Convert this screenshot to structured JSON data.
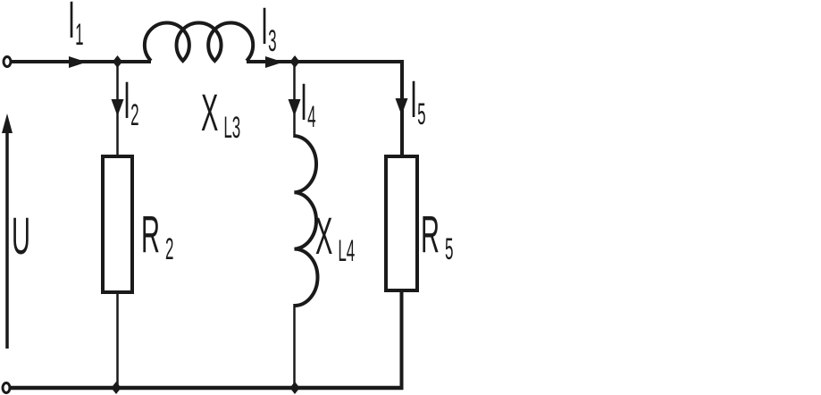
{
  "diagram": {
    "type": "circuit-schematic",
    "description": "AC parallel-series circuit: voltage source U feeds node 1 (branch R2), series inductor XL3 to node 2 with inductor branch XL4 and resistor branch R5, common bottom return rail with two open terminals on the left",
    "colors": {
      "background": "#ffffff",
      "stroke": "#1a1a1a"
    },
    "source": {
      "label": "U",
      "arrow_direction": "up"
    },
    "currents": {
      "i1": {
        "label": "I",
        "sub": "1",
        "direction": "right"
      },
      "i2": {
        "label": "I",
        "sub": "2",
        "direction": "down"
      },
      "i3": {
        "label": "I",
        "sub": "3",
        "direction": "right"
      },
      "i4": {
        "label": "I",
        "sub": "4",
        "direction": "down"
      },
      "i5": {
        "label": "I",
        "sub": "5",
        "direction": "down"
      }
    },
    "components": {
      "xl3": {
        "type": "inductor",
        "label": "X",
        "sub": "L3",
        "orientation": "horizontal"
      },
      "r2": {
        "type": "resistor",
        "label": "R",
        "sub": "2",
        "orientation": "vertical"
      },
      "xl4": {
        "type": "inductor",
        "label": "X",
        "sub": "L4",
        "orientation": "vertical"
      },
      "r5": {
        "type": "resistor",
        "label": "R",
        "sub": "5",
        "orientation": "vertical"
      }
    }
  }
}
